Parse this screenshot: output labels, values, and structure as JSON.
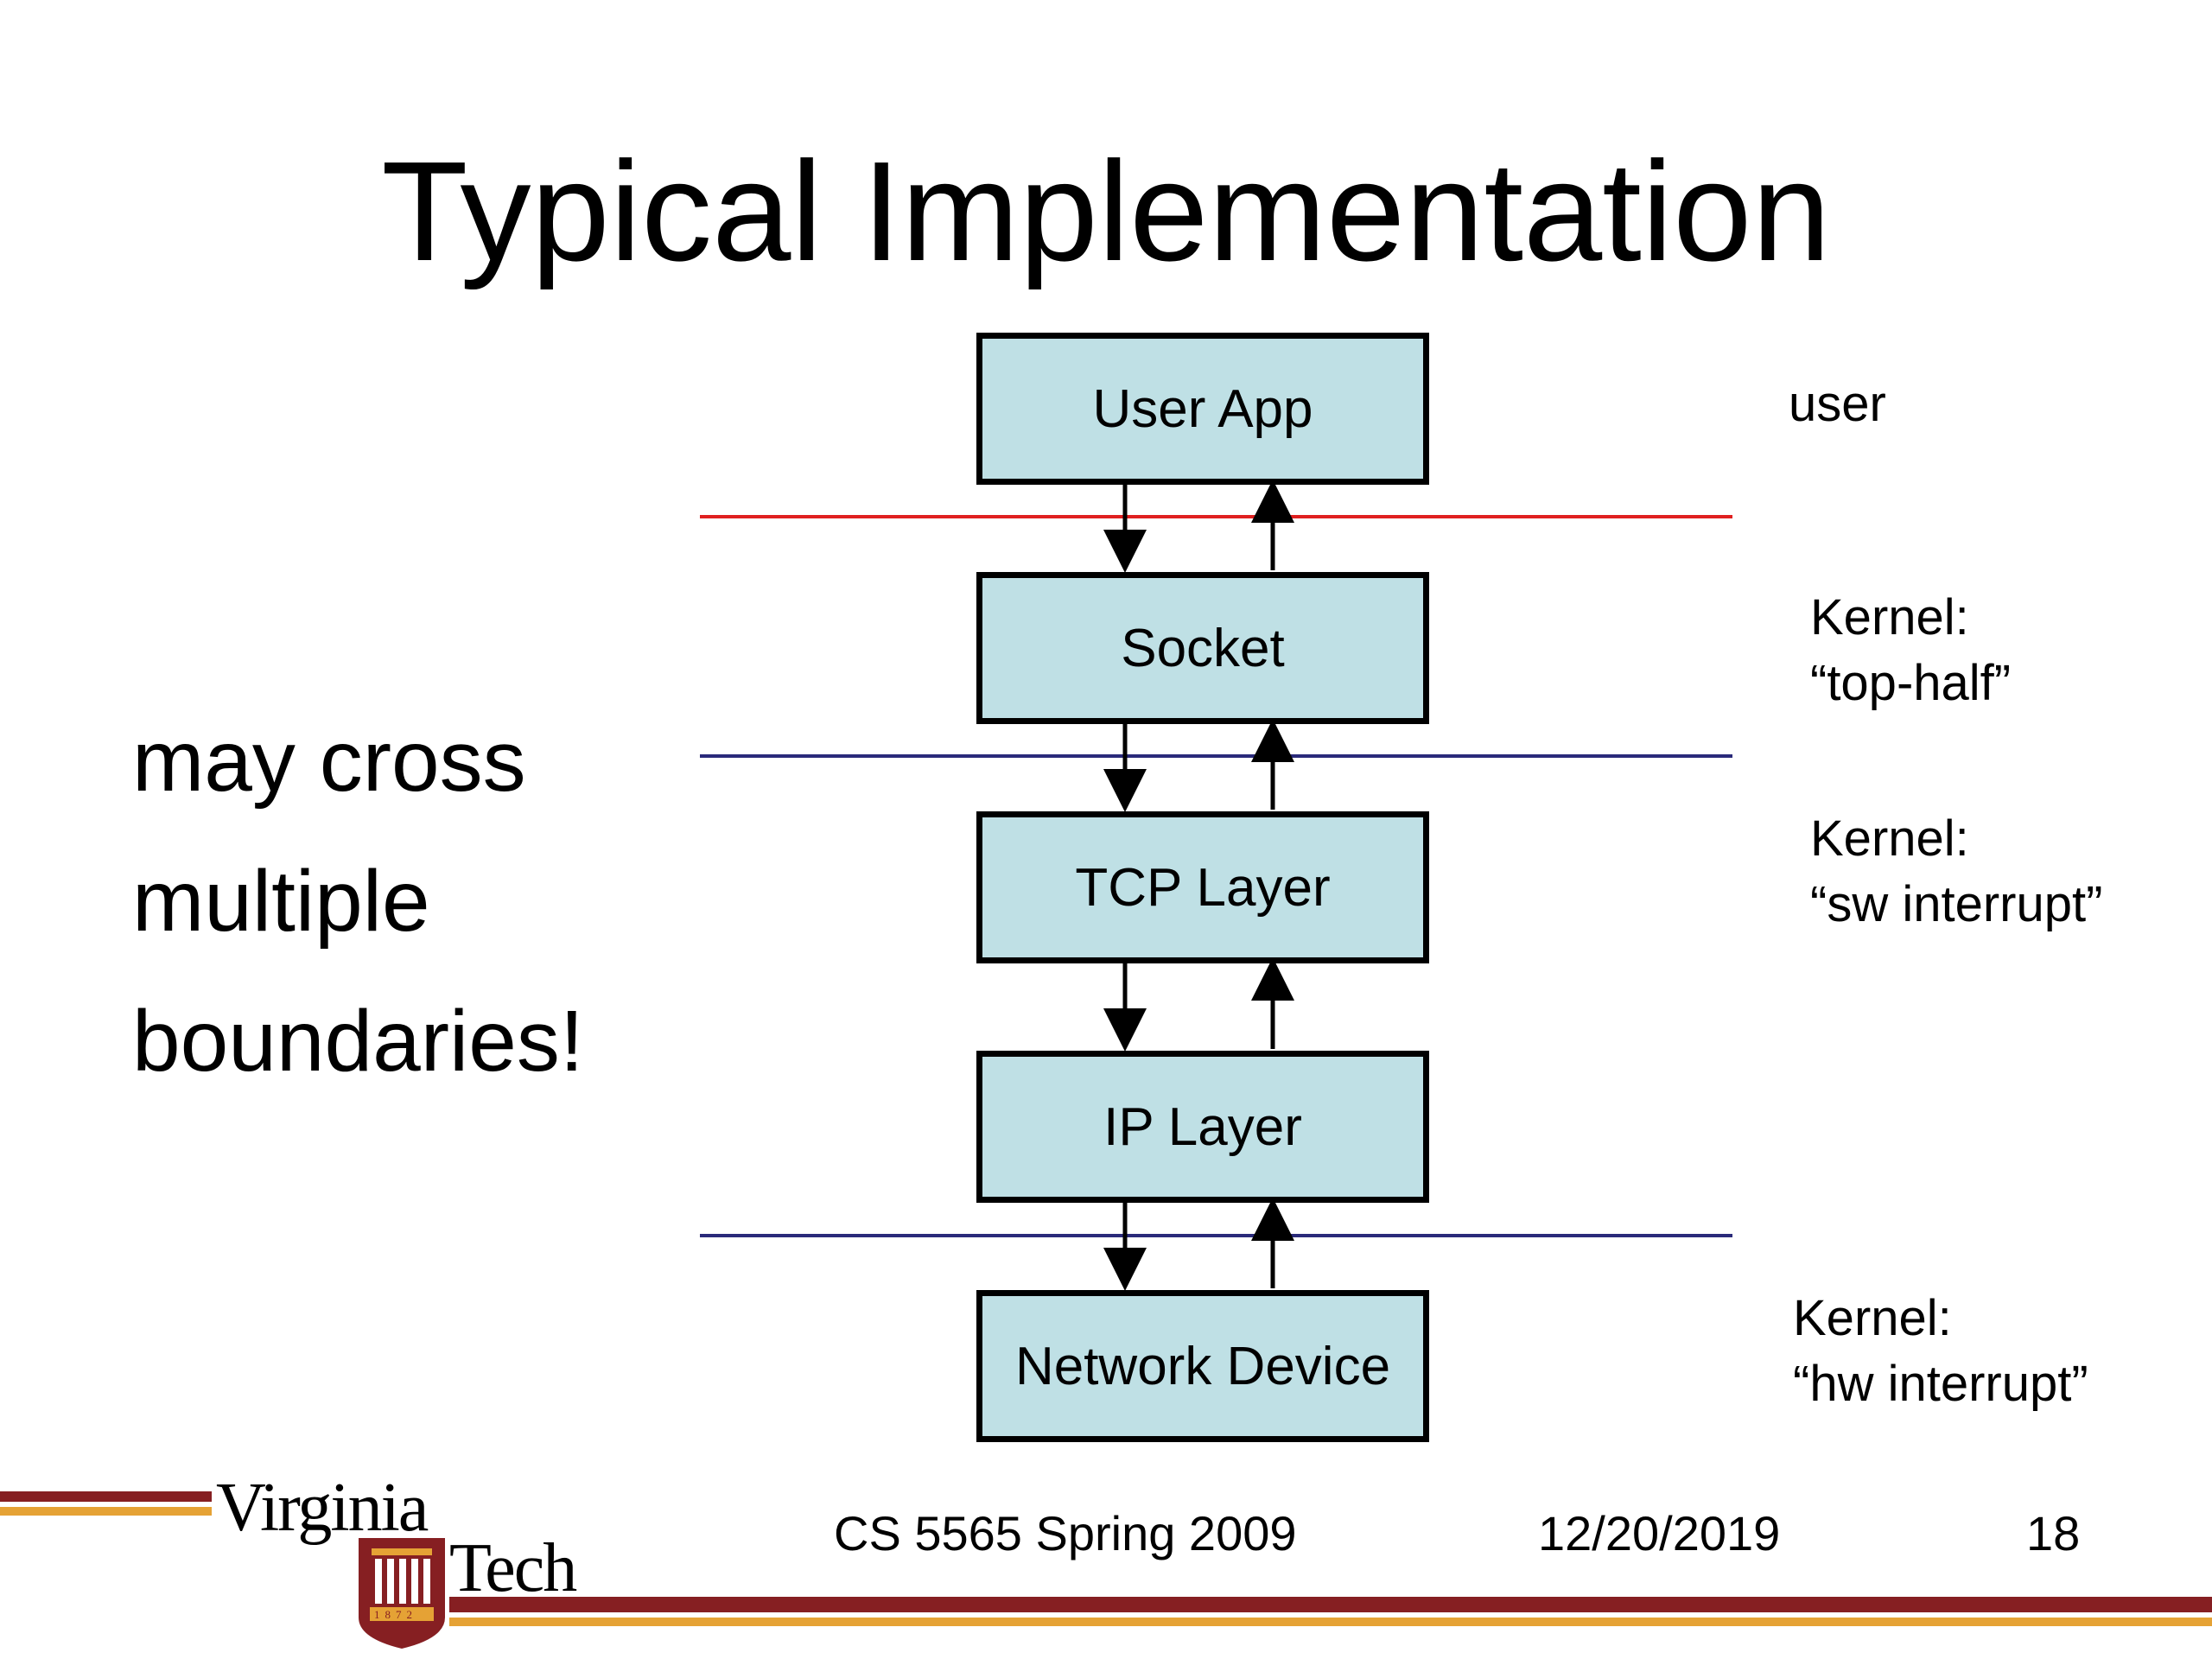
{
  "slide": {
    "title": "Typical Implementation",
    "side_note": [
      "may cross",
      "multiple",
      "boundaries!"
    ]
  },
  "diagram": {
    "layers": [
      "User App",
      "Socket",
      "TCP Layer",
      "IP Layer",
      "Network Device"
    ],
    "regions": [
      {
        "lines": [
          "user"
        ]
      },
      {
        "lines": [
          "Kernel:",
          "“top-half”"
        ]
      },
      {
        "lines": [
          "Kernel:",
          "“sw interrupt”"
        ]
      },
      {
        "lines": [
          "Kernel:",
          "“hw interrupt”"
        ]
      }
    ],
    "colors": {
      "box_fill": "#bfe0e5",
      "user_kernel_boundary": "#e02020",
      "kernel_boundary": "#2a2a7a"
    }
  },
  "footer": {
    "course": "CS 5565 Spring 2009",
    "date": "12/20/2019",
    "page": "18",
    "logo": {
      "line1": "Virginia",
      "line2": "Tech",
      "year": "1872"
    },
    "colors": {
      "maroon": "#861f22",
      "orange": "#e5a235"
    }
  }
}
